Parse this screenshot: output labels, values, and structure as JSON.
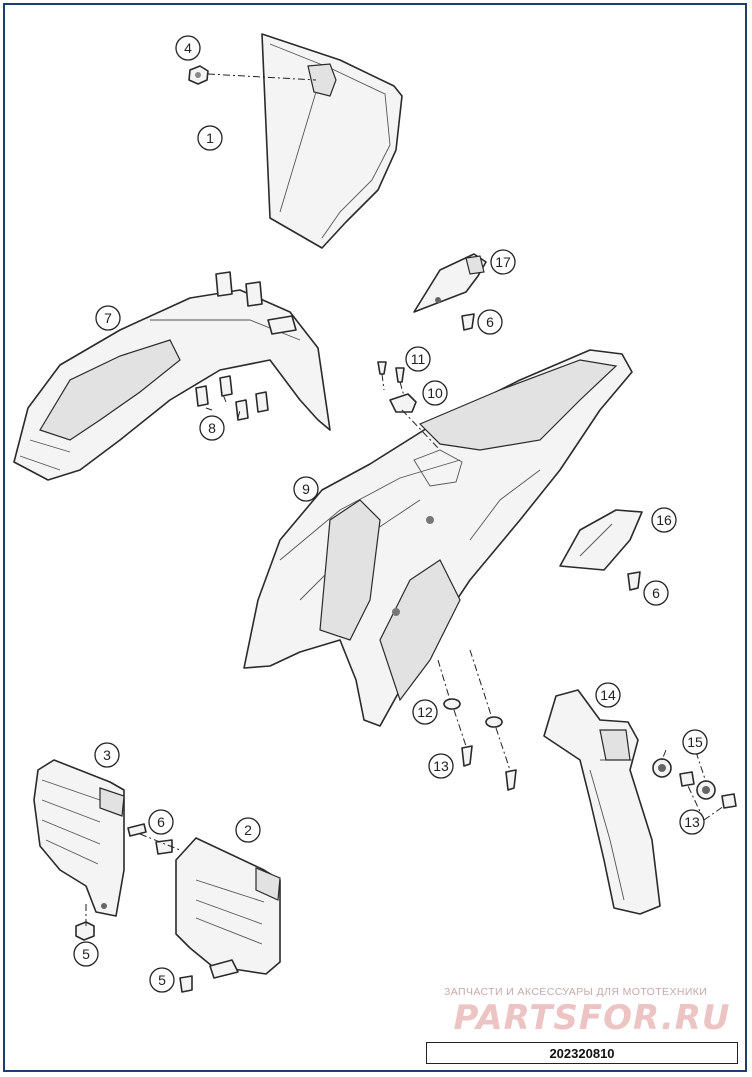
{
  "callouts": [
    {
      "id": "c1",
      "label": "1"
    },
    {
      "id": "c2",
      "label": "2"
    },
    {
      "id": "c3",
      "label": "3"
    },
    {
      "id": "c4",
      "label": "4"
    },
    {
      "id": "c5a",
      "label": "5"
    },
    {
      "id": "c5b",
      "label": "5"
    },
    {
      "id": "c6a",
      "label": "6"
    },
    {
      "id": "c6b",
      "label": "6"
    },
    {
      "id": "c6c",
      "label": "6"
    },
    {
      "id": "c7",
      "label": "7"
    },
    {
      "id": "c8",
      "label": "8"
    },
    {
      "id": "c9",
      "label": "9"
    },
    {
      "id": "c10",
      "label": "10"
    },
    {
      "id": "c11",
      "label": "11"
    },
    {
      "id": "c12",
      "label": "12"
    },
    {
      "id": "c13a",
      "label": "13"
    },
    {
      "id": "c13b",
      "label": "13"
    },
    {
      "id": "c14",
      "label": "14"
    },
    {
      "id": "c15",
      "label": "15"
    },
    {
      "id": "c16",
      "label": "16"
    },
    {
      "id": "c17",
      "label": "17"
    }
  ],
  "watermark": {
    "tagline": "ЗАПЧАСТИ И АКСЕССУАРЫ ДЛЯ МОТОТЕХНИКИ",
    "brand": "PARTSFOR.RU"
  },
  "drawing_code": "202320810",
  "colors": {
    "frame": "#1c3f6e",
    "line": "#2a2a2a",
    "watermark": "#ecc4c4"
  }
}
